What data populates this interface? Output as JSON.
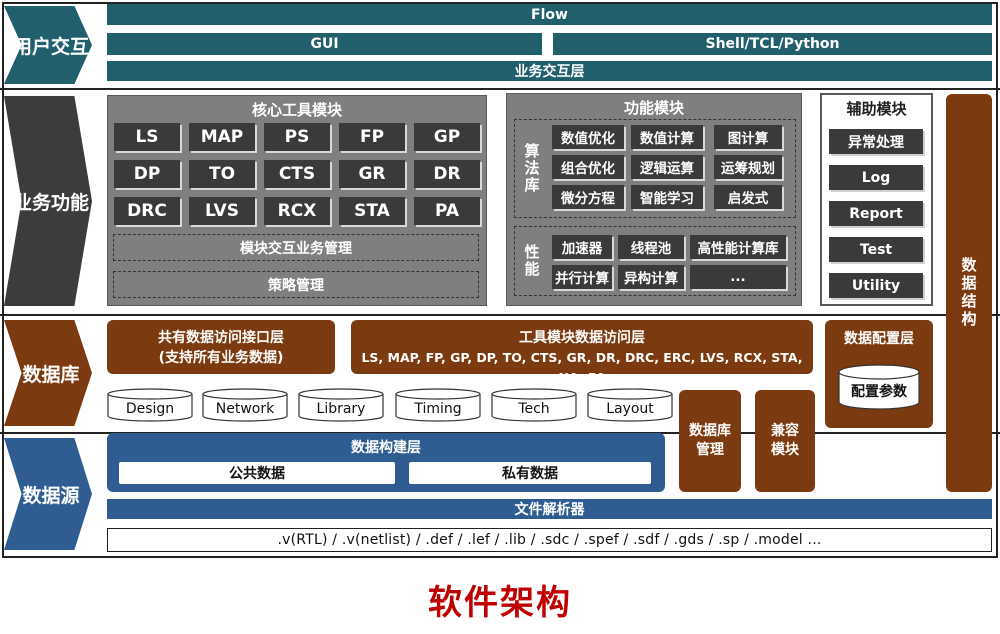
{
  "layers": {
    "user_interaction": "用户交互",
    "business_function": "业务功能",
    "database": "数据库",
    "data_source": "数据源"
  },
  "user_layer": {
    "flow": "Flow",
    "gui": "GUI",
    "shell": "Shell/TCL/Python",
    "interaction_layer": "业务交互层"
  },
  "core_tools": {
    "title": "核心工具模块",
    "tools": [
      "LS",
      "MAP",
      "PS",
      "FP",
      "GP",
      "DP",
      "TO",
      "CTS",
      "GR",
      "DR",
      "DRC",
      "LVS",
      "RCX",
      "STA",
      "PA"
    ],
    "interaction_mgmt": "模块交互业务管理",
    "policy_mgmt": "策略管理"
  },
  "function_modules": {
    "title": "功能模块",
    "algo_label": "算法库",
    "algo_items": [
      "数值优化",
      "数值计算",
      "图计算",
      "组合优化",
      "逻辑运算",
      "运筹规划",
      "微分方程",
      "智能学习",
      "启发式"
    ],
    "perf_label": "性能",
    "perf_items": [
      "加速器",
      "线程池",
      "高性能计算库",
      "并行计算",
      "异构计算",
      "..."
    ]
  },
  "aux_modules": {
    "title": "辅助模块",
    "items": [
      "异常处理",
      "Log",
      "Report",
      "Test",
      "Utility"
    ]
  },
  "data_structure": "数据结构",
  "database_layer": {
    "shared_access_line1": "共有数据访问接口层",
    "shared_access_line2": "(支持所有业务数据)",
    "tool_access_title": "工具模块数据访问层",
    "tool_access_list": "LS, MAP, FP, GP, DP, TO, CTS, GR, DR, DRC, ERC, LVS, RCX, STA, NA, PA",
    "config_layer": "数据配置层",
    "config_params": "配置参数",
    "databases": [
      "Design",
      "Network",
      "Library",
      "Timing",
      "Tech",
      "Layout"
    ],
    "db_mgmt": "数据库管理",
    "compat_module": "兼容模块"
  },
  "data_source_layer": {
    "build_layer": "数据构建层",
    "public_data": "公共数据",
    "private_data": "私有数据",
    "file_parser": "文件解析器",
    "formats": ".v(RTL) / .v(netlist) / .def / .lef / .lib / .sdc / .spef / .sdf / .gds / .sp / .model ..."
  },
  "caption": "软件架构",
  "colors": {
    "teal": "#215f6d",
    "gray_dark": "#3a3a3a",
    "gray_panel": "#7f7f7f",
    "brown": "#7c3a10",
    "blue": "#2f5d92",
    "caption_red": "#c00000"
  }
}
